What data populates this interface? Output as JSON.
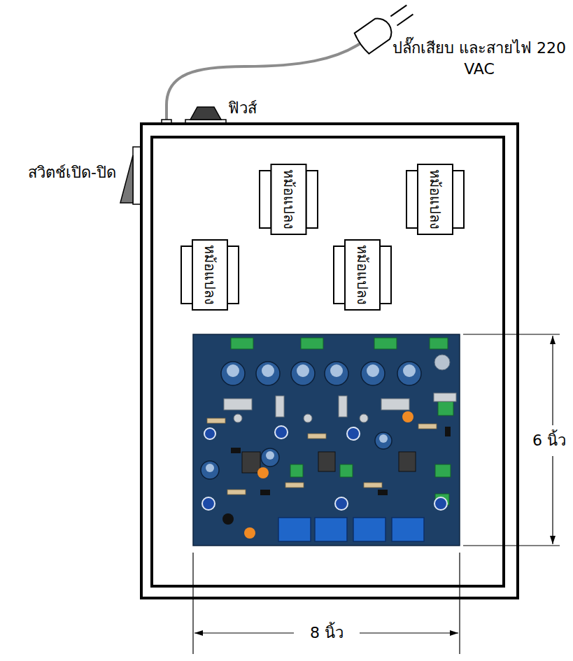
{
  "diagram": {
    "nodes": [
      {
        "text": [
          "หม้อแปลง"
        ]
      },
      {
        "text": [
          "หม้อแปลง"
        ]
      },
      {
        "text": [
          "หม้อแปลง"
        ]
      },
      {
        "text": [
          "หม้อแปลง"
        ]
      }
    ],
    "labels": [
      "ปลั๊กเสียบ และสายไฟ 220 VAC",
      "ฟิวส์",
      "สวิตช์เปิด-ปิด",
      "6 นิ้ว",
      "8 นิ้ว"
    ]
  }
}
